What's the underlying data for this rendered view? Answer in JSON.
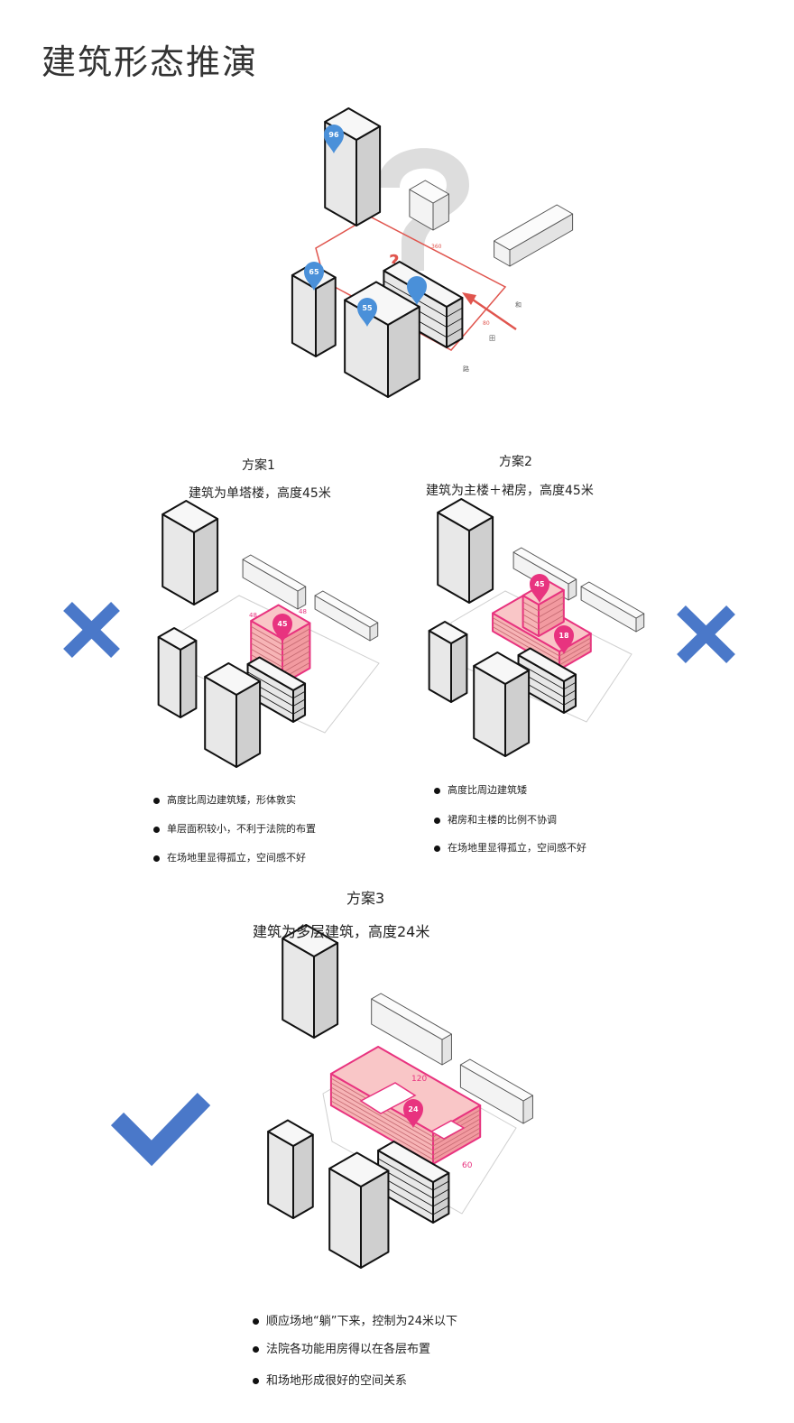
{
  "title": "建筑形态推演",
  "top": {
    "pins": [
      "96",
      "65",
      "55"
    ],
    "labels": [
      "360",
      "80",
      "和",
      "田",
      "路"
    ]
  },
  "scheme1": {
    "name": "方案1",
    "desc": "建筑为单塔楼，高度45米",
    "pin": "45",
    "dims": [
      "48",
      "48"
    ],
    "bullets": [
      "高度比周边建筑矮，形体敦实",
      "单层面积较小，不利于法院的布置",
      "在场地里显得孤立，空间感不好"
    ]
  },
  "scheme2": {
    "name": "方案2",
    "desc": "建筑为主楼＋裙房，高度45米",
    "pins": [
      "45",
      "18"
    ],
    "bullets": [
      "高度比周边建筑矮",
      "裙房和主楼的比例不协调",
      "在场地里显得孤立，空间感不好"
    ]
  },
  "scheme3": {
    "name": "方案3",
    "desc": "建筑为多层建筑，高度24米",
    "pin": "24",
    "dims": [
      "120",
      "60"
    ],
    "bullets": [
      "顺应场地“躺”下来，控制为24米以下",
      "法院各功能用房得以在各层布置",
      "和场地形成很好的空间关系"
    ]
  },
  "marks": {
    "reject": "cross-icon",
    "accept": "check-icon"
  },
  "colors": {
    "pink": "#f59aa0",
    "magenta": "#e8337f",
    "blue": "#4a78c9",
    "pinBlue": "#4a90d9",
    "red": "#e0554e"
  }
}
